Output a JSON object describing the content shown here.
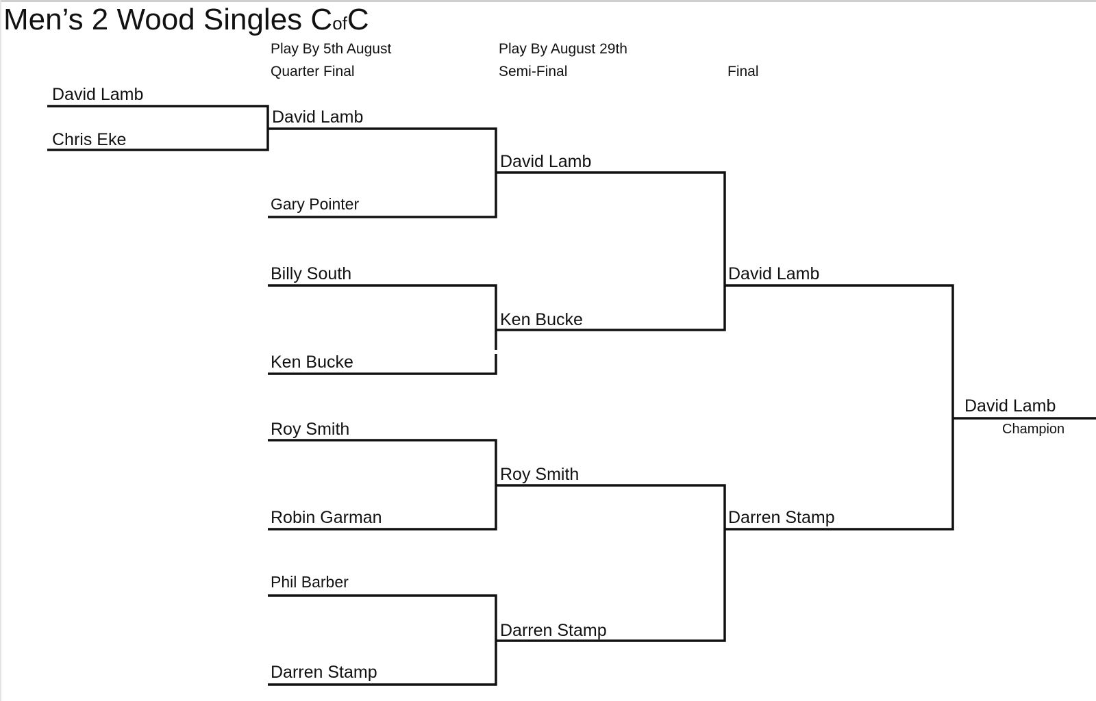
{
  "title": {
    "main": "Men’s 2 Wood Singles C",
    "of": "of",
    "suffix": "C"
  },
  "headers": {
    "qf_date": "Play By 5th August",
    "qf_round": "Quarter Final",
    "sf_date": "Play By August 29th",
    "sf_round": "Semi-Final",
    "final_round": "Final"
  },
  "bracket": {
    "preliminary": [
      "David Lamb",
      "Chris Eke"
    ],
    "quarter_final": [
      "David Lamb",
      "Gary Pointer",
      "Billy South",
      "Ken Bucke",
      "Roy Smith",
      "Robin Garman",
      "Phil Barber",
      "Darren Stamp"
    ],
    "semi_final": [
      "David Lamb",
      "Ken Bucke",
      "Roy Smith",
      "Darren Stamp"
    ],
    "final": [
      "David Lamb",
      "Darren Stamp"
    ],
    "champion": "David Lamb",
    "champion_label": "Champion"
  }
}
